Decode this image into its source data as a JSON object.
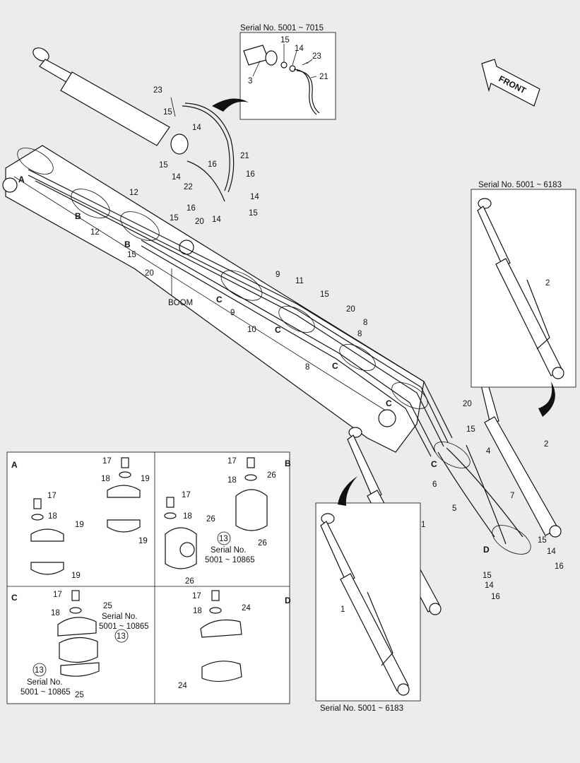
{
  "serials": {
    "top_inset": "Serial No. 5001 ~ 7015",
    "right_inset": "Serial No. 5001 ~ 6183",
    "bottom_inset": "Serial No. 5001 ~ 6183",
    "b_note_l1": "Serial No.",
    "b_note_l2": "5001 ~ 10865",
    "c_note1_l1": "Serial No.",
    "c_note1_l2": "5001 ~ 10865",
    "c_note2_l1": "Serial No.",
    "c_note2_l2": "5001 ~ 10865"
  },
  "front_arrow": "FRONT",
  "boom_label": "BOOM",
  "details": {
    "a": "A",
    "b": "B",
    "c": "C",
    "d": "D"
  },
  "callouts": {
    "n1": "1",
    "n2": "2",
    "n3": "3",
    "n4": "4",
    "n5": "5",
    "n6": "6",
    "n7": "7",
    "n8": "8",
    "n9": "9",
    "n10": "10",
    "n11": "11",
    "n12": "12",
    "n13": "13",
    "n14": "14",
    "n15": "15",
    "n16": "16",
    "n17": "17",
    "n18": "18",
    "n19": "19",
    "n20": "20",
    "n21": "21",
    "n22": "22",
    "n23": "23",
    "n24": "24",
    "n25": "25",
    "n26": "26"
  }
}
